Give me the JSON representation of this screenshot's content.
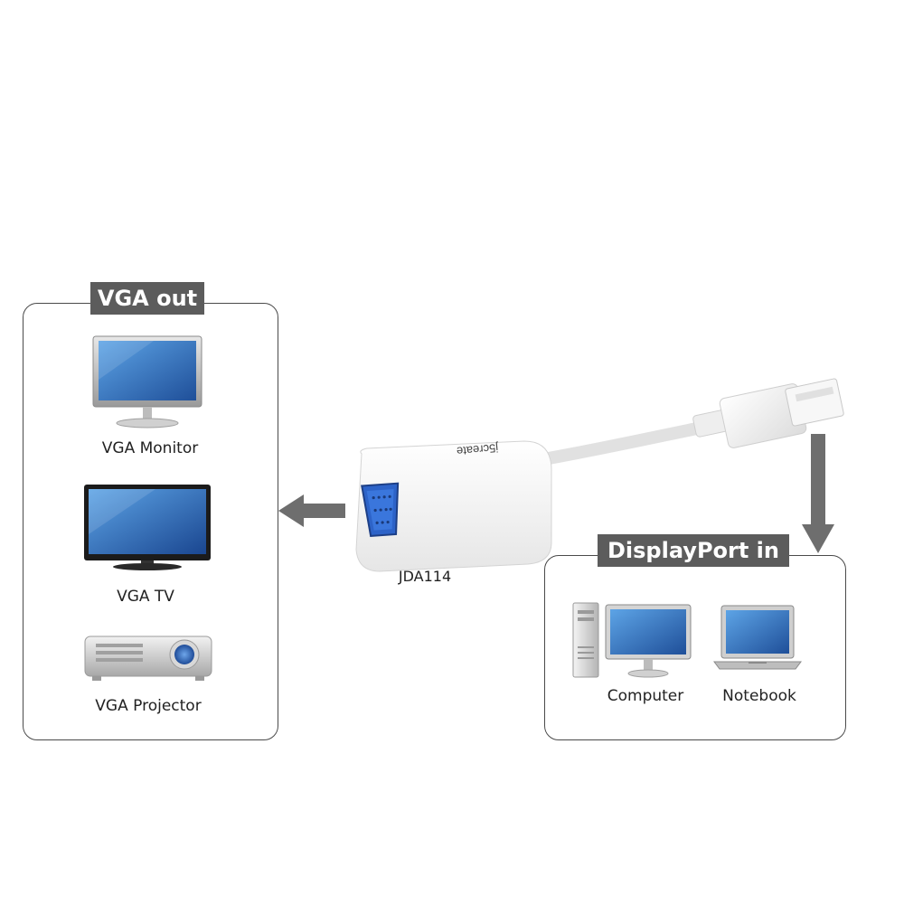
{
  "left_panel": {
    "title": "VGA out",
    "devices": [
      {
        "label": "VGA Monitor",
        "icon": "monitor-icon"
      },
      {
        "label": "VGA TV",
        "icon": "tv-icon"
      },
      {
        "label": "VGA Projector",
        "icon": "projector-icon"
      }
    ]
  },
  "right_panel": {
    "title": "DisplayPort in",
    "devices": [
      {
        "label": "Computer",
        "icon": "desktop-computer-icon"
      },
      {
        "label": "Notebook",
        "icon": "notebook-icon"
      }
    ]
  },
  "adapter": {
    "model": "JDA114",
    "brand": "j5create"
  },
  "colors": {
    "panel_title_bg": "#5c5c5c",
    "arrow": "#6e6e6e",
    "vga_port": "#2d63c8",
    "screen": "#3a78c8"
  }
}
